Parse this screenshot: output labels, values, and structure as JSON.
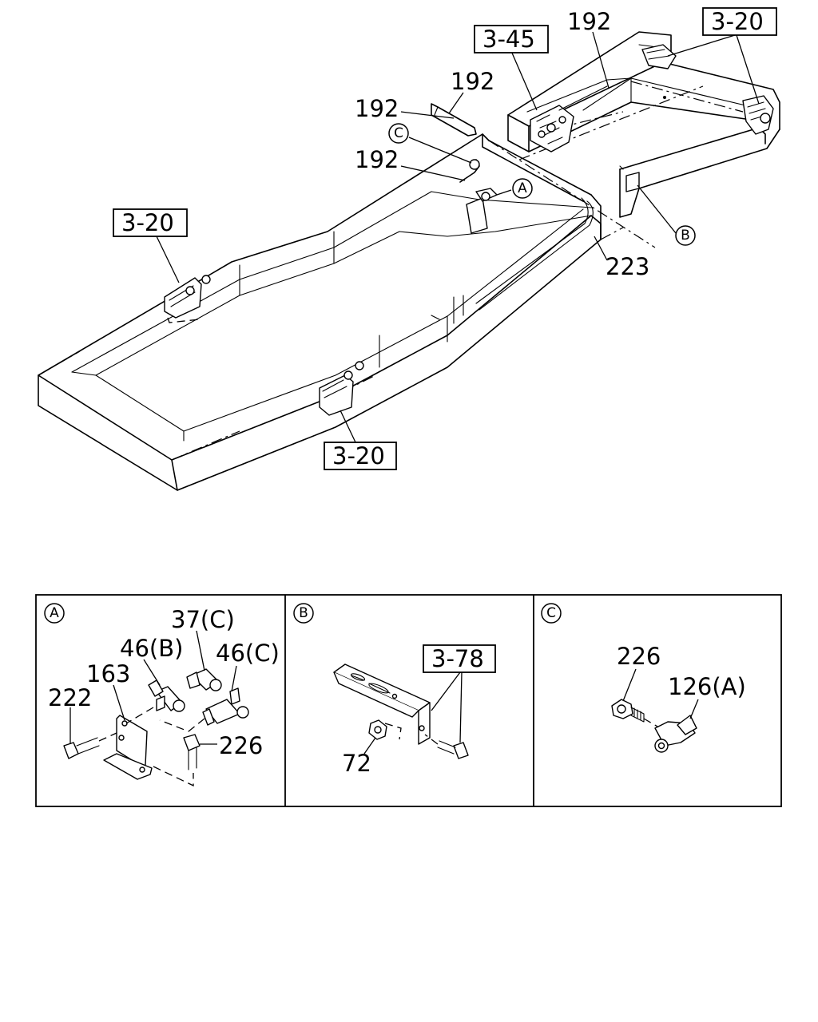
{
  "main_view": {
    "ref_3_45": "3-45",
    "ref_3_20_top": "3-20",
    "ref_3_20_left": "3-20",
    "ref_3_20_bottom": "3-20",
    "part_192_top": "192",
    "part_192_mid": "192",
    "part_192_left": "192",
    "part_192_lower": "192",
    "part_223": "223",
    "callout_c": "C",
    "callout_a": "A",
    "callout_b": "B"
  },
  "detail_a": {
    "letter": "A",
    "part_37c": "37(C)",
    "part_46b": "46(B)",
    "part_46c": "46(C)",
    "part_163": "163",
    "part_222": "222",
    "part_226": "226"
  },
  "detail_b": {
    "letter": "B",
    "ref_3_78": "3-78",
    "part_72": "72"
  },
  "detail_c": {
    "letter": "C",
    "part_226": "226",
    "part_126a": "126(A)"
  }
}
